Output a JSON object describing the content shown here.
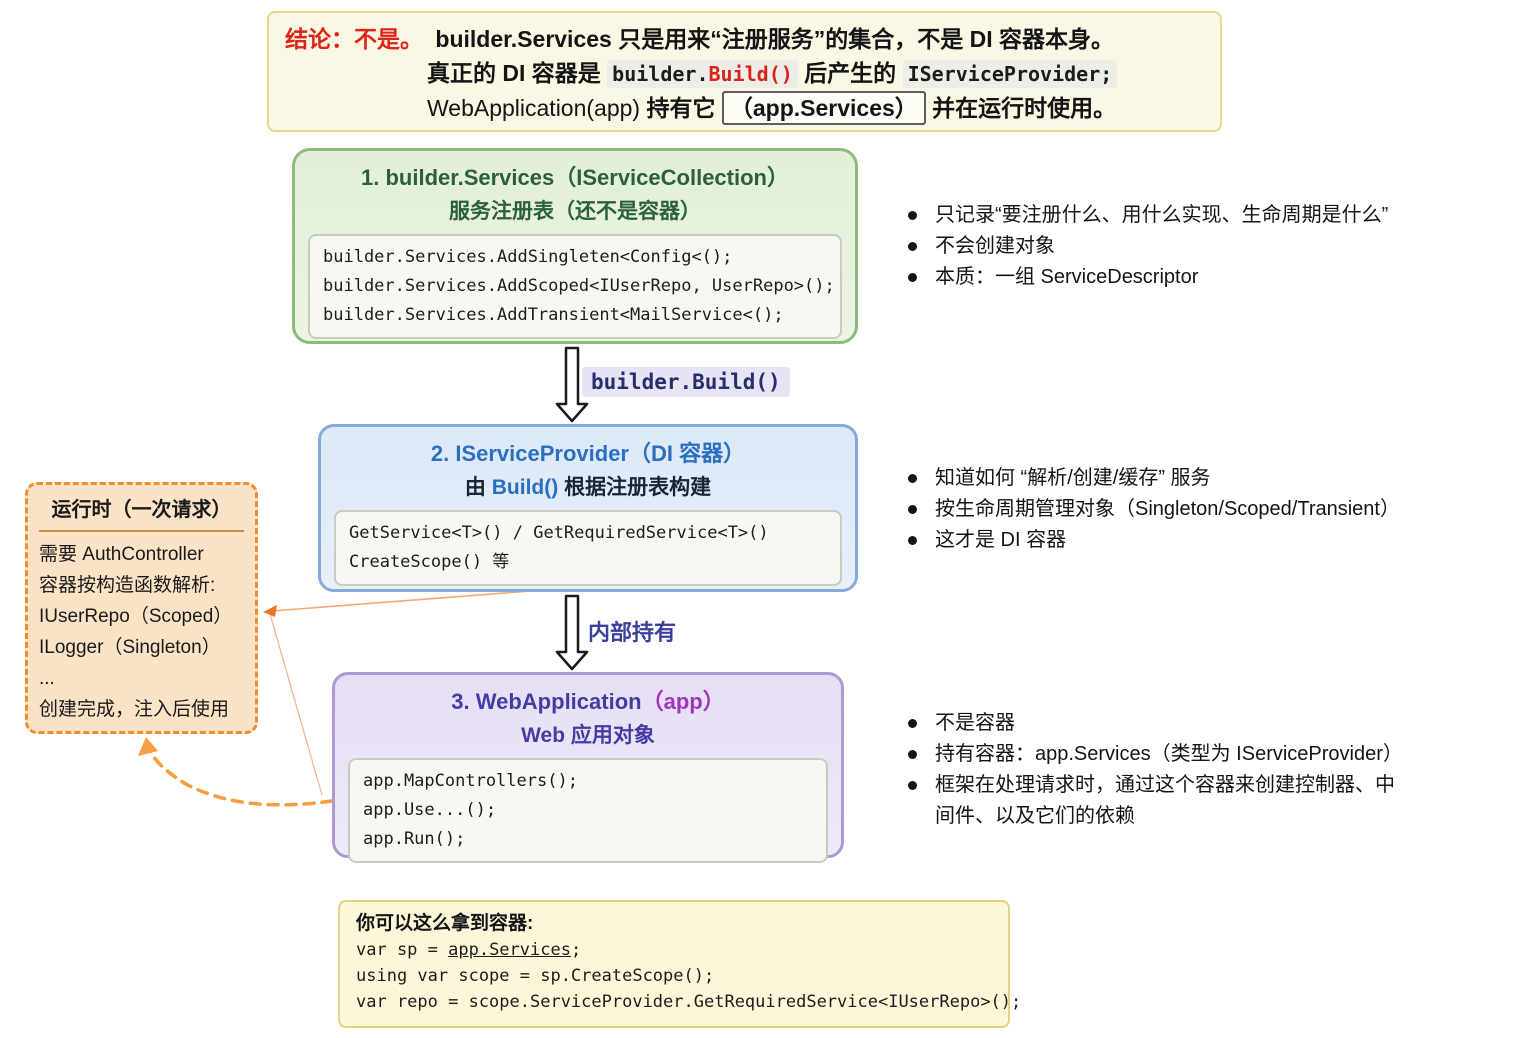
{
  "conclusion": {
    "label": "结论：不是。",
    "line1": "builder.Services 只是用来“注册服务”的集合，不是 DI 容器本身。",
    "line2": {
      "prefix": "真正的 DI 容器是 ",
      "code_dark": "builder.",
      "code_red": "Build()",
      "mid": " 后产生的 ",
      "code2": "IServiceProvider;"
    },
    "line3": {
      "part1": "WebApplication(app)",
      "part2": " 持有它 ",
      "boxed": "（app.Services）",
      "part3": " 并在运行时使用。"
    }
  },
  "box1": {
    "title": "1. builder.Services（IServiceCollection）",
    "subtitle": "服务注册表（还不是容器）",
    "code": [
      "builder.Services.AddSingleten<Config<();",
      "builder.Services.AddScoped<IUserRepo, UserRepo>();",
      "builder.Services.AddTransient<MailService<();"
    ],
    "bullets": [
      "只记录“要注册什么、用什么实现、生命周期是什么”",
      "不会创建对象",
      "本质：一组 ServiceDescriptor"
    ]
  },
  "arrow1_label": "builder.Build()",
  "box2": {
    "title": "2. IServiceProvider（DI 容器）",
    "subtitle": {
      "prefix": "由 ",
      "code": "Build()",
      "suffix": " 根据注册表构建"
    },
    "code": [
      "GetService<T>() / GetRequiredService<T>()",
      "CreateScope() 等"
    ],
    "bullets": [
      "知道如何 “解析/创建/缓存” 服务",
      "按生命周期管理对象（Singleton/Scoped/Transient）",
      "这才是 DI 容器"
    ]
  },
  "arrow2_label": "内部持有",
  "box3": {
    "title_main": "3. WebApplication",
    "title_paren": "（app）",
    "subtitle": "Web 应用对象",
    "code": [
      "app.MapControllers();",
      "app.Use...();",
      "app.Run();"
    ],
    "bullets": [
      "不是容器",
      "持有容器：app.Services（类型为 IServiceProvider）",
      "框架在处理请求时，通过这个容器来创建控制器、中间件、以及它们的依赖"
    ]
  },
  "runtime": {
    "title": "运行时（一次请求）",
    "lines": [
      "需要 AuthController",
      "容器按构造函数解析:",
      "IUserRepo（Scoped）",
      "ILogger（Singleton）",
      "...",
      "创建完成，注入后使用"
    ]
  },
  "note": {
    "title": "你可以这么拿到容器:",
    "line1": {
      "prefix": "var sp = ",
      "underlined": "app.Services",
      "suffix": ";"
    },
    "line2": "using var scope = sp.CreateScope();",
    "line3": "var repo = scope.ServiceProvider.GetRequiredService<IUserRepo>();"
  },
  "colors": {
    "red_accent": "#E02318",
    "green_border": "#8CBC7C",
    "green_title": "#2B6038",
    "blue_border": "#84ABDA",
    "blue_title": "#2B6FC2",
    "purple_border": "#AC9AD5",
    "purple_title": "#443CA4",
    "purple_paren": "#A232BE",
    "orange_border": "#EE8E33",
    "label_indigo": "#3C3F9E",
    "highlight_lavender": "#E7E4F5",
    "note_yellow": "#FCF7D8"
  }
}
